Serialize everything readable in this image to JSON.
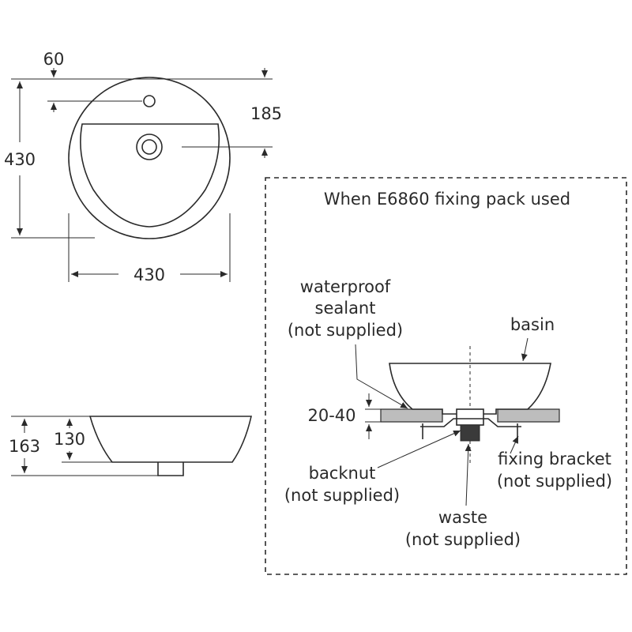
{
  "top_view": {
    "dim_tap_offset": "60",
    "dim_tap_to_waste": "185",
    "dim_height": "430",
    "dim_width": "430"
  },
  "side_view": {
    "dim_overall_height": "163",
    "dim_basin_height": "130"
  },
  "fixing_panel": {
    "title": "When E6860 fixing pack used",
    "dim_worktop": "20-40",
    "label_sealant_1": "waterproof",
    "label_sealant_2": "sealant",
    "label_sealant_3": "(not supplied)",
    "label_basin": "basin",
    "label_backnut_1": "backnut",
    "label_backnut_2": "(not supplied)",
    "label_bracket_1": "fixing bracket",
    "label_bracket_2": "(not supplied)",
    "label_waste_1": "waste",
    "label_waste_2": "(not supplied)"
  }
}
